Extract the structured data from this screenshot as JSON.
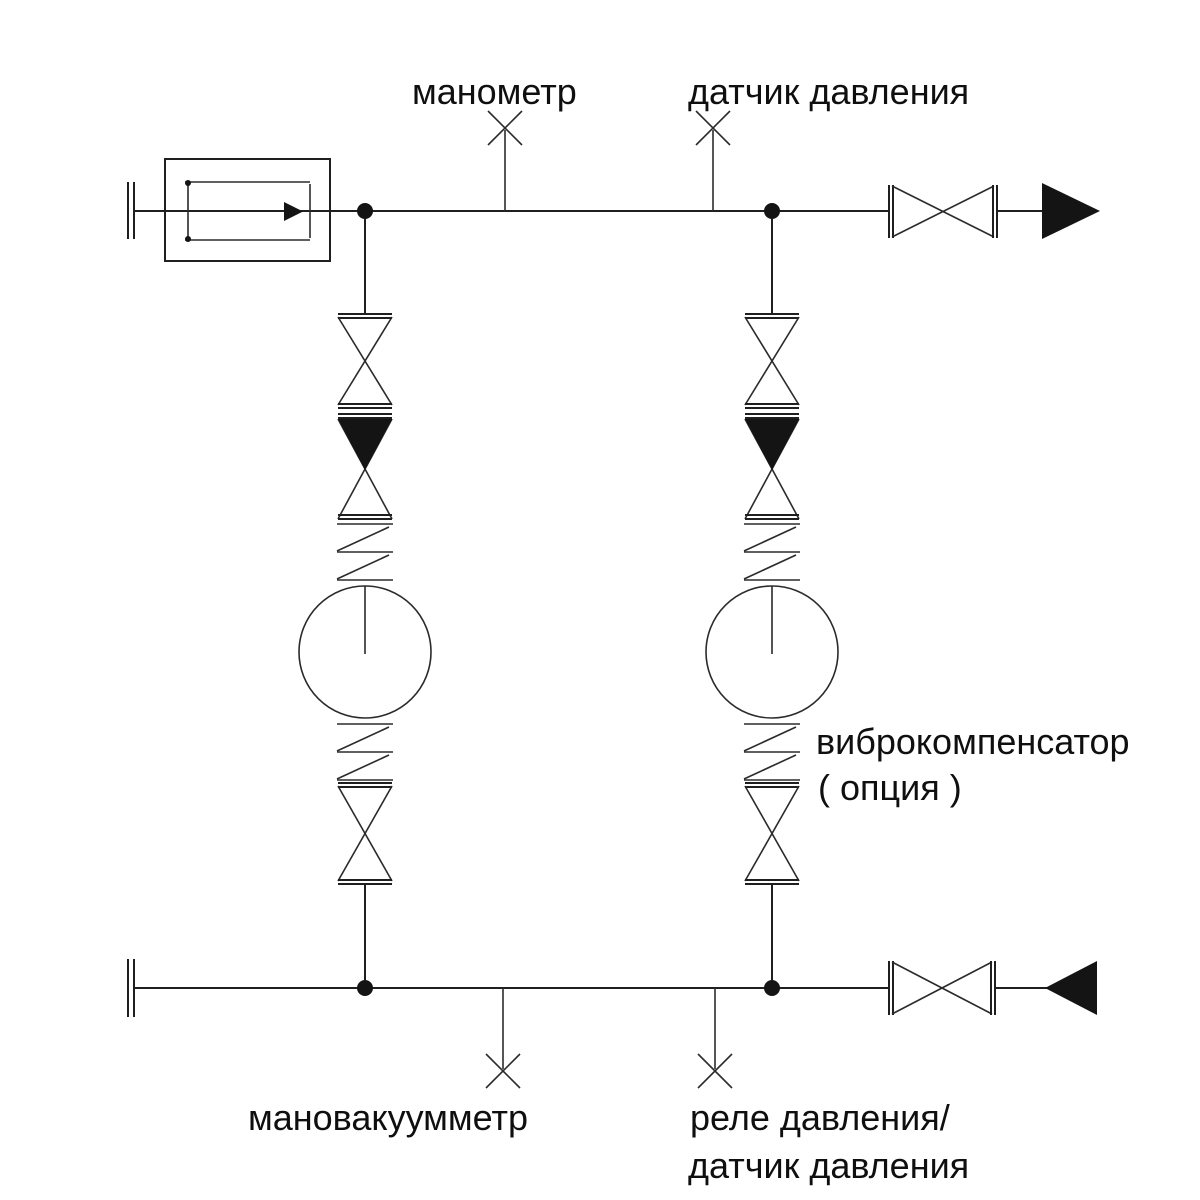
{
  "diagram": {
    "labels": {
      "manometer": "манометр",
      "pressure_sensor_top": "датчик давления",
      "vibro_compensator_line1": "виброкомпенсатор",
      "vibro_compensator_line2": "( опция )",
      "manovacuum_meter": "мановакуумметр",
      "pressure_relay_line1": "реле давления/",
      "pressure_relay_line2": "датчик давления"
    },
    "colors": {
      "line": "#1f1f1f",
      "fill": "#141414",
      "background": "#ffffff"
    },
    "symbols": {
      "shutoff-valve-icon": "bowtie-with-double-end-bars",
      "check-valve-icon": "bowtie-upper-half-filled",
      "vibration-compensator-icon": "triple-bar-zigzag",
      "pump-icon": "circle-with-vertical-radius-line",
      "instrument-tap-icon": "x-cross-on-stub-line",
      "flow-arrow-icon": "filled-triangle",
      "junction-icon": "filled-dot",
      "flange-icon": "double-vertical-bar",
      "inlet-flow-device-icon": "rectangle-with-inner-frame-and-right-arrow"
    }
  }
}
